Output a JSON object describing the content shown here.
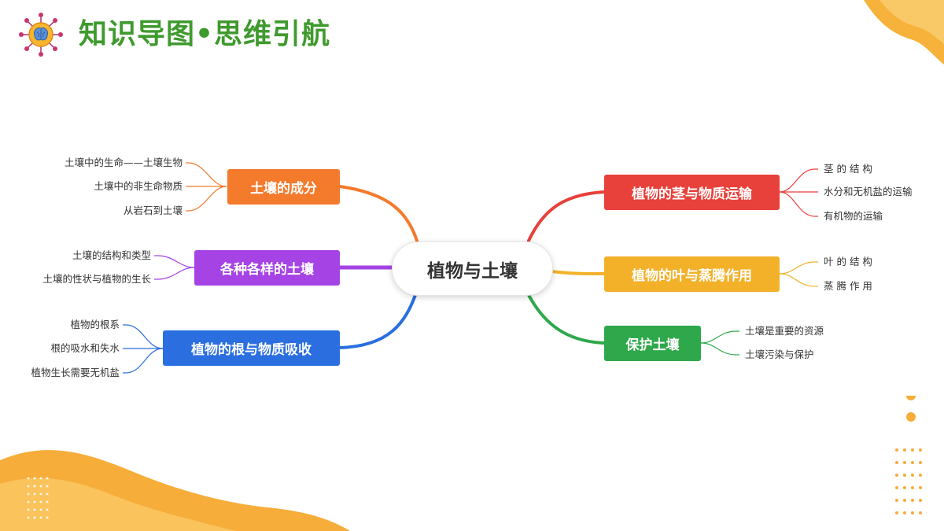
{
  "title": "知识导图•思维引航",
  "center": "植物与土壤",
  "colors": {
    "title_green": "#3f9a2e",
    "accent_orange": "#f5a623",
    "composition": "#f47a2c",
    "types": "#a543e4",
    "roots": "#2a6ee0",
    "stem": "#e8403a",
    "leaf": "#f3b12a",
    "protect": "#2ea84a"
  },
  "branches": {
    "composition": {
      "label": "土壤的成分",
      "items": [
        "土壤中的生命——土壤生物",
        "土壤中的非生命物质",
        "从岩石到土壤"
      ]
    },
    "types": {
      "label": "各种各样的土壤",
      "items": [
        "土壤的结构和类型",
        "土壤的性状与植物的生长"
      ]
    },
    "roots": {
      "label": "植物的根与物质吸收",
      "items": [
        "植物的根系",
        "根的吸水和失水",
        "植物生长需要无机盐"
      ]
    },
    "stem": {
      "label": "植物的茎与物质运输",
      "items": [
        "茎 的 结 构",
        "水分和无机盐的运输",
        "有机物的运输"
      ]
    },
    "leaf": {
      "label": "植物的叶与蒸腾作用",
      "items": [
        "叶 的 结 构",
        "蒸 腾 作 用"
      ]
    },
    "protect": {
      "label": "保护土壤",
      "items": [
        "土壤是重要的资源",
        "土壤污染与保护"
      ]
    }
  },
  "icons": [
    "brain-network-icon"
  ]
}
